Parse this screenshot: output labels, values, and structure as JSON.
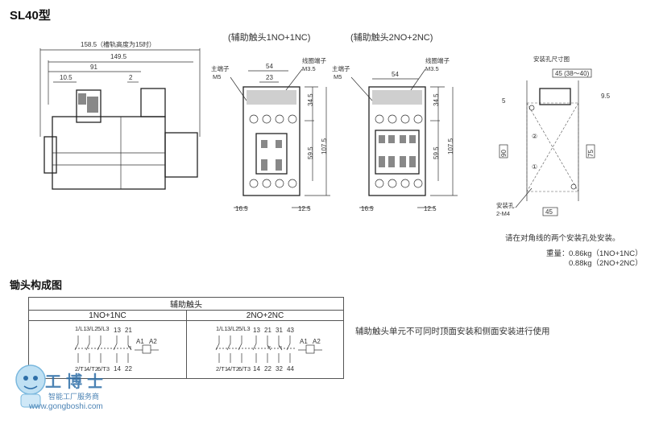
{
  "page": {
    "title": "SL40型",
    "section_title": "锄头构成图",
    "aux_label_1": "(辅助触头1NO+1NC)",
    "aux_label_2": "(辅助触头2NO+2NC)"
  },
  "side_view": {
    "dim_total": "158.5（槽轨高度为15时）",
    "dim_149": "149.5",
    "dim_91": "91",
    "dim_10": "10.5",
    "dim_2": "2"
  },
  "front_1": {
    "main_terminal": "主端子",
    "main_m": "M5",
    "coil_terminal": "线圈端子",
    "coil_m": "M3.5",
    "dim_54": "54",
    "dim_23": "23",
    "dim_345": "34.5",
    "dim_595": "59.5",
    "dim_1075": "107.5",
    "dim_165": "16.5",
    "dim_125": "12.5"
  },
  "front_2": {
    "main_terminal": "主端子",
    "main_m": "M5",
    "coil_terminal": "线圈端子",
    "coil_m": "M3.5",
    "dim_54": "54",
    "dim_345": "34.5",
    "dim_595": "59.5",
    "dim_1075": "107.5",
    "dim_165": "16.5",
    "dim_125": "12.5"
  },
  "mount": {
    "title": "安装孔尺寸图",
    "dim_top": "45 (38～40)",
    "dim_5": "5",
    "dim_95": "9.5",
    "dim_90": "90",
    "dim_75": "75",
    "dim_45": "45",
    "mark_1": "①",
    "mark_2": "②",
    "hole_label": "安装孔",
    "hole_m": "2-M4",
    "note": "请在对角线的两个安装孔处安装。",
    "weight_label": "重量：",
    "weight_1": "0.86kg（1NO+1NC）",
    "weight_2": "0.88kg（2NO+2NC）"
  },
  "table": {
    "header": "辅助触头",
    "col1": "1NO+1NC",
    "col2": "2NO+2NC",
    "c1_top": [
      "1/L1",
      "3/L2",
      "5/L3",
      "13",
      "21"
    ],
    "c1_bot": [
      "2/T1",
      "4/T2",
      "6/T3",
      "14",
      "22"
    ],
    "c2_top": [
      "1/L1",
      "3/L2",
      "5/L3",
      "13",
      "21",
      "31",
      "43"
    ],
    "c2_bot": [
      "2/T1",
      "4/T2",
      "6/T3",
      "14",
      "22",
      "32",
      "44"
    ],
    "coil": [
      "A1",
      "A2"
    ]
  },
  "side_note": "辅助触头单元不可同时顶面安装和侧面安装进行使用",
  "logo": {
    "name": "工博士",
    "tagline": "智能工厂服务商",
    "url": "www.gongboshi.com"
  }
}
